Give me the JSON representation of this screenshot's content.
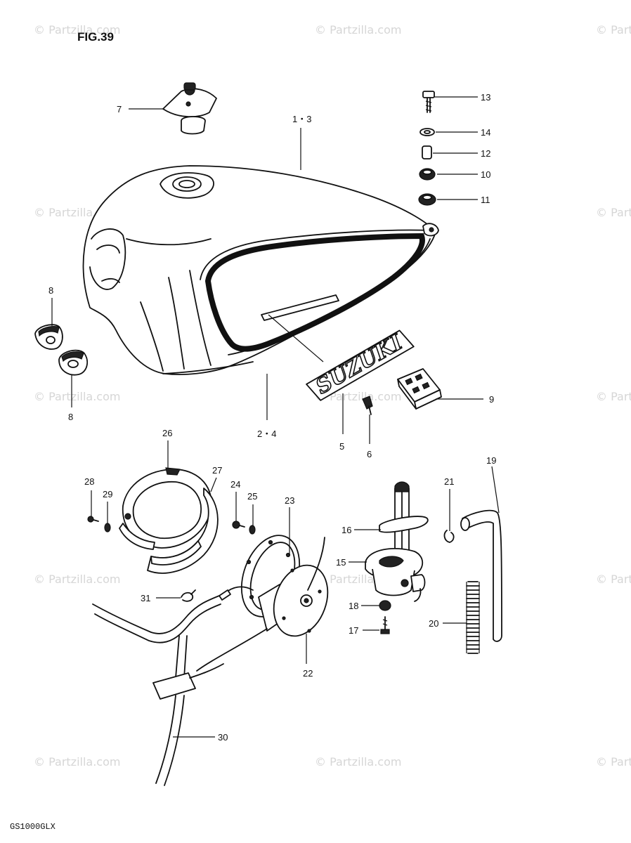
{
  "figure": {
    "title": "FIG.39",
    "model": "GS1000GLX",
    "watermark": "© Partzilla.com",
    "brand_decal": "SUZUKI"
  },
  "callouts": [
    {
      "id": "1-3",
      "text": "1・3"
    },
    {
      "id": "2-4",
      "text": "2・4"
    },
    {
      "id": "5",
      "text": "5"
    },
    {
      "id": "6",
      "text": "6"
    },
    {
      "id": "7",
      "text": "7"
    },
    {
      "id": "8a",
      "text": "8"
    },
    {
      "id": "8b",
      "text": "8"
    },
    {
      "id": "9",
      "text": "9"
    },
    {
      "id": "10",
      "text": "10"
    },
    {
      "id": "11",
      "text": "11"
    },
    {
      "id": "12",
      "text": "12"
    },
    {
      "id": "13",
      "text": "13"
    },
    {
      "id": "14",
      "text": "14"
    },
    {
      "id": "15",
      "text": "15"
    },
    {
      "id": "16",
      "text": "16"
    },
    {
      "id": "17",
      "text": "17"
    },
    {
      "id": "18",
      "text": "18"
    },
    {
      "id": "19",
      "text": "19"
    },
    {
      "id": "20",
      "text": "20"
    },
    {
      "id": "21",
      "text": "21"
    },
    {
      "id": "22",
      "text": "22"
    },
    {
      "id": "23",
      "text": "23"
    },
    {
      "id": "24",
      "text": "24"
    },
    {
      "id": "25",
      "text": "25"
    },
    {
      "id": "26",
      "text": "26"
    },
    {
      "id": "27",
      "text": "27"
    },
    {
      "id": "28",
      "text": "28"
    },
    {
      "id": "29",
      "text": "29"
    },
    {
      "id": "30",
      "text": "30"
    },
    {
      "id": "31",
      "text": "31"
    }
  ]
}
